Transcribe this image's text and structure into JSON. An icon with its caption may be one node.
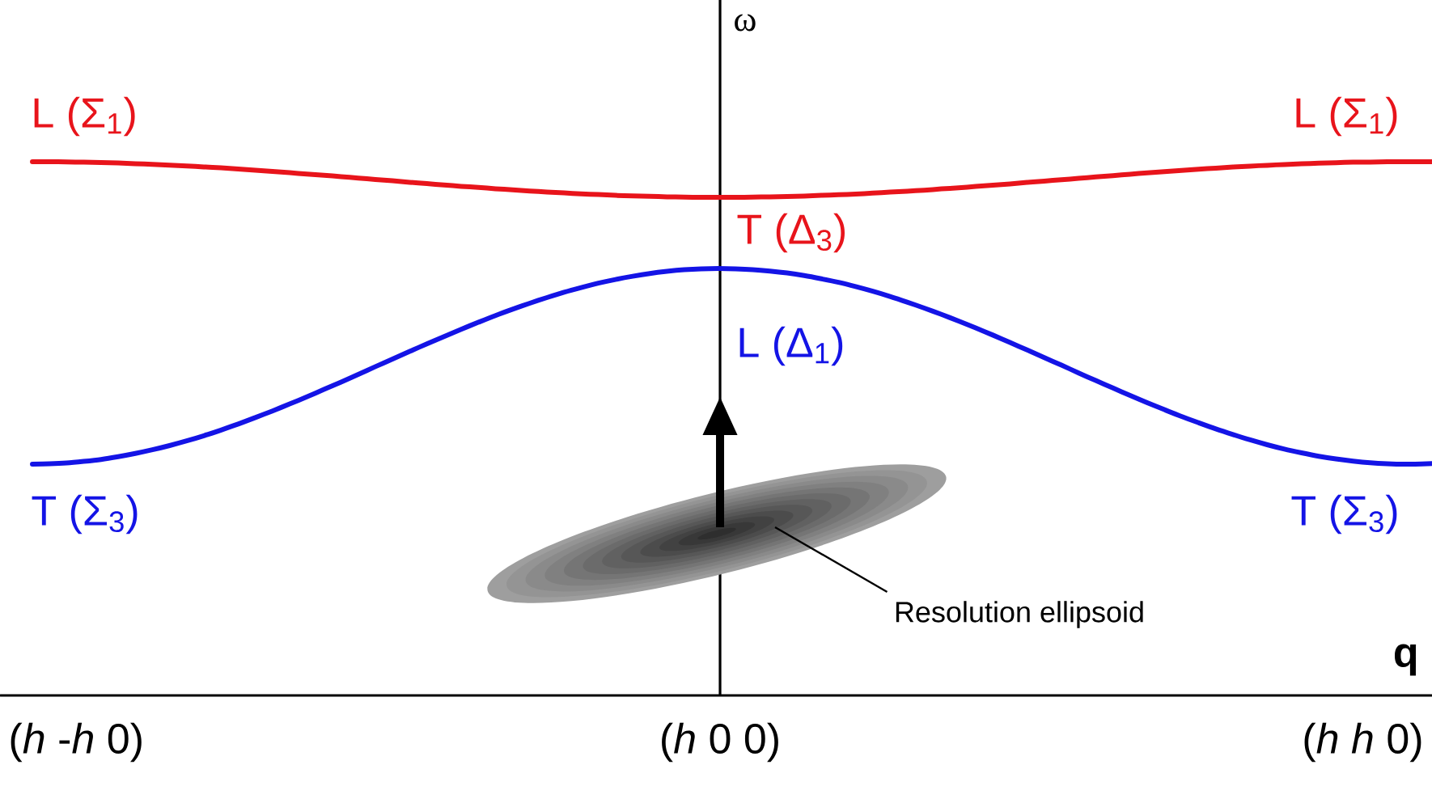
{
  "diagram": {
    "nodes": [
      {
        "text": [],
        "shape": "ellipse"
      },
      {
        "text": [
          "Resolution ellipsoid"
        ]
      }
    ],
    "edges": [
      {
        "from": 1,
        "to": 0,
        "arrow": "none"
      }
    ],
    "labels": [
      "ω",
      "L (Σ$_{1}$)",
      "L (Σ$_{1}$)",
      "T (Δ$_{3}$)",
      "L (Δ$_{1}$)",
      "T (Σ$_{3}$)",
      "T (Σ$_{3}$)",
      "q",
      "(*h* -*h* 0)",
      "(*h* 0 0)",
      "(*h* *h* 0)"
    ]
  }
}
